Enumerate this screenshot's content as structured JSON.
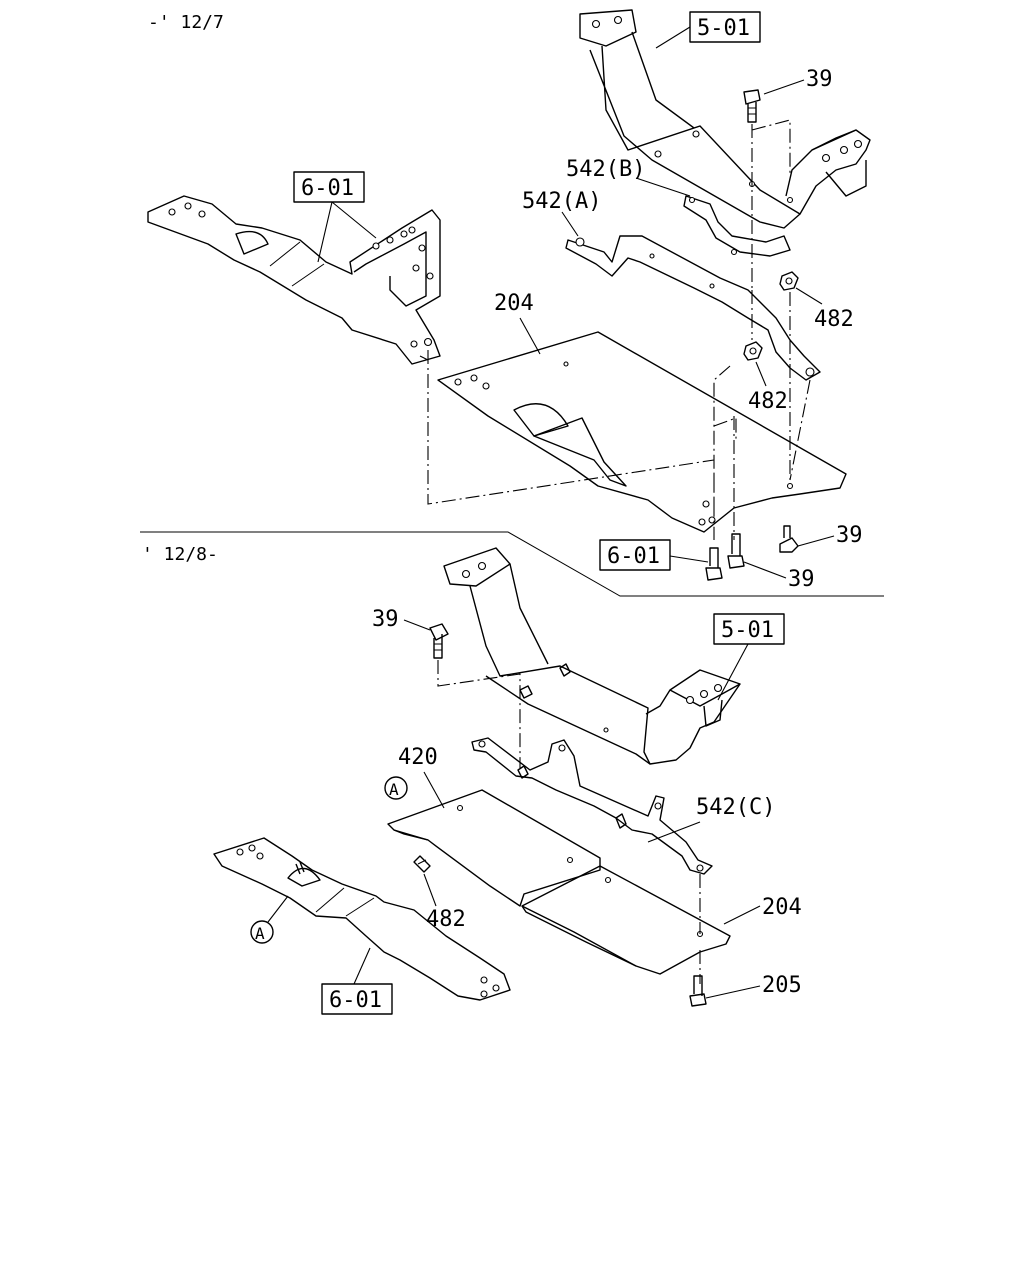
{
  "sections": {
    "upper": "-' 12/7",
    "lower": "' 12/8-"
  },
  "upper": {
    "ref_5_01": "5-01",
    "ref_6_01_left": "6-01",
    "ref_6_01_bottom": "6-01",
    "label_39_top": "39",
    "label_542b": "542(B)",
    "label_542a": "542(A)",
    "label_482_right": "482",
    "label_204": "204",
    "label_482_mid": "482",
    "label_39_right": "39",
    "label_39_bottom": "39"
  },
  "lower": {
    "ref_5_01": "5-01",
    "ref_6_01": "6-01",
    "label_39": "39",
    "label_420": "420",
    "label_a_top": "A",
    "label_542c": "542(C)",
    "label_482": "482",
    "label_204": "204",
    "label_a_left": "A",
    "label_205": "205"
  }
}
